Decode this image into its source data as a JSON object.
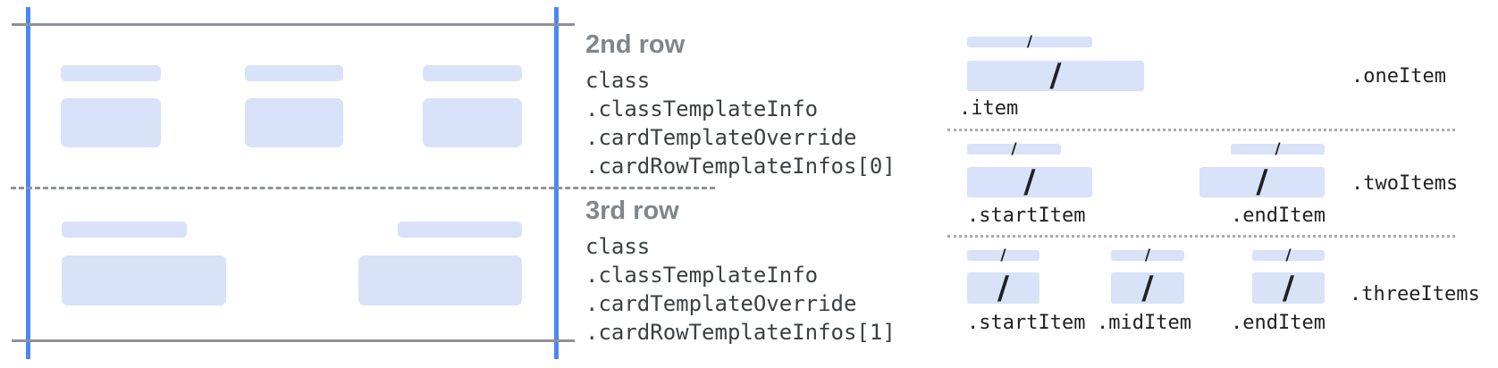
{
  "middle": {
    "sections": [
      {
        "heading": "2nd row",
        "code_lines": [
          "class",
          ".classTemplateInfo",
          ".cardTemplateOverride",
          ".cardRowTemplateInfos[0]"
        ]
      },
      {
        "heading": "3rd row",
        "code_lines": [
          "class",
          ".classTemplateInfo",
          ".cardTemplateOverride",
          ".cardRowTemplateInfos[1]"
        ]
      }
    ]
  },
  "right": {
    "sections": [
      {
        "annotation": ".oneItem",
        "items": [
          {
            "label": ".item"
          }
        ]
      },
      {
        "annotation": ".twoItems",
        "items": [
          {
            "label": ".startItem"
          },
          {
            "label": ".endItem"
          }
        ]
      },
      {
        "annotation": ".threeItems",
        "items": [
          {
            "label": ".startItem"
          },
          {
            "label": ".midItem"
          },
          {
            "label": ".endItem"
          }
        ]
      }
    ]
  },
  "icons": {
    "slash": "/"
  },
  "colors": {
    "edge_guide_blue": "#4c86f3",
    "placeholder_fill": "#d8e2f8",
    "boundary_gray": "#8e9297",
    "heading_gray": "#80868b",
    "code_text": "#3c4043",
    "slash_dark": "#202124"
  }
}
